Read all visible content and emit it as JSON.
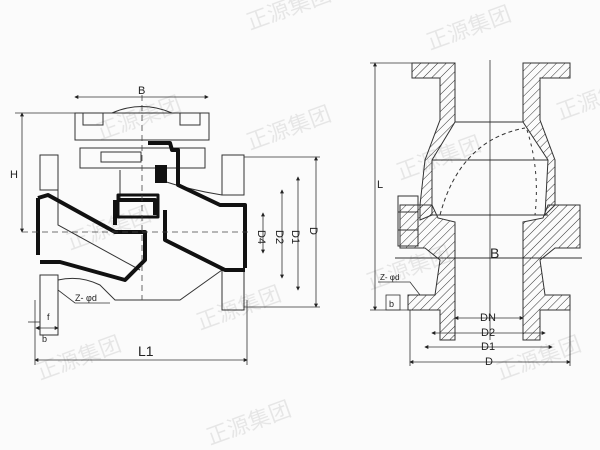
{
  "left_view": {
    "labels": {
      "top_width": "B",
      "height": "H",
      "d4": "D4",
      "d2": "D2",
      "d1": "D1",
      "d": "D",
      "bolts": "Z- φd",
      "f": "f",
      "b": "b",
      "length": "L1"
    }
  },
  "right_view": {
    "labels": {
      "length": "L",
      "width": "B",
      "bolts": "Z- φd",
      "b": "b",
      "dn": "DN",
      "d2": "D2",
      "d1": "D1",
      "d": "D"
    }
  },
  "watermark": "正源集团"
}
